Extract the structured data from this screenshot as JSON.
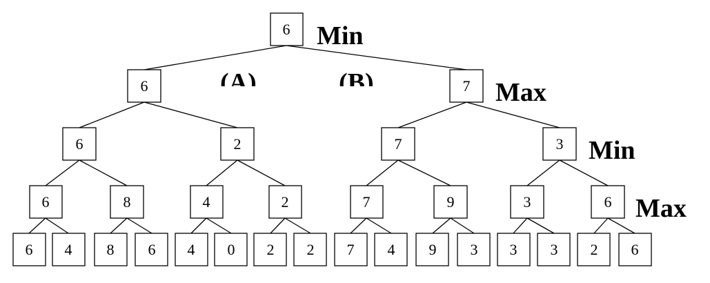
{
  "level_labels": [
    "Min",
    "Max",
    "Min",
    "Max"
  ],
  "branch_labels": [
    "(A)",
    "(B)"
  ],
  "tree": {
    "root": "6",
    "level1": [
      "6",
      "7"
    ],
    "level2": [
      "6",
      "2",
      "7",
      "3"
    ],
    "level3": [
      "6",
      "8",
      "4",
      "2",
      "7",
      "9",
      "3",
      "6"
    ],
    "leaves": [
      "6",
      "4",
      "8",
      "6",
      "4",
      "0",
      "2",
      "2",
      "7",
      "4",
      "9",
      "3",
      "3",
      "3",
      "2",
      "6"
    ]
  }
}
